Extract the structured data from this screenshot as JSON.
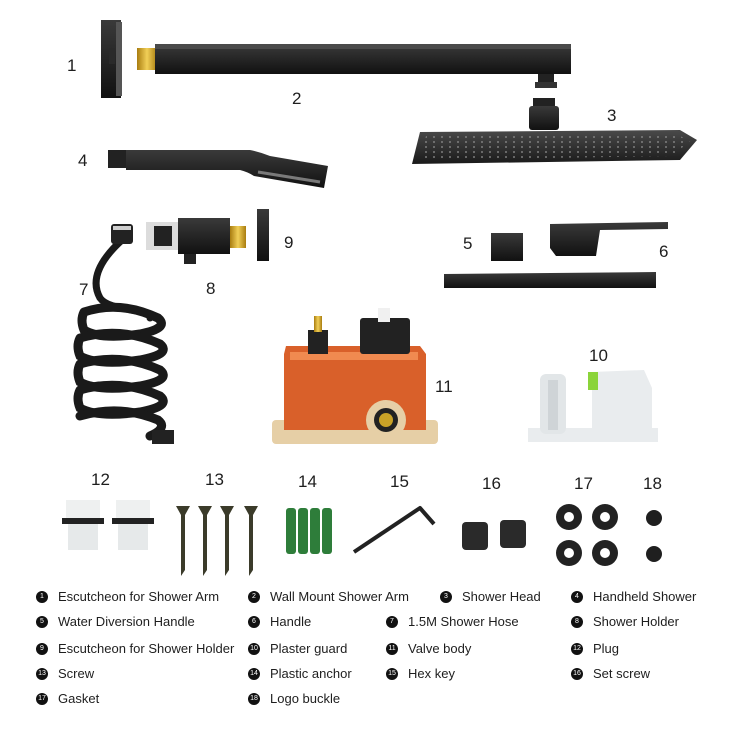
{
  "numbers": [
    "1",
    "2",
    "3",
    "4",
    "5",
    "6",
    "7",
    "8",
    "9",
    "10",
    "11",
    "12",
    "13",
    "14",
    "15",
    "16",
    "17",
    "18"
  ],
  "legend": [
    {
      "n": "1",
      "label": "Escutcheon for Shower Arm"
    },
    {
      "n": "2",
      "label": "Wall Mount Shower Arm"
    },
    {
      "n": "3",
      "label": "Shower Head"
    },
    {
      "n": "4",
      "label": "Handheld Shower"
    },
    {
      "n": "5",
      "label": "Water Diversion Handle"
    },
    {
      "n": "6",
      "label": "Handle"
    },
    {
      "n": "7",
      "label": "1.5M Shower Hose"
    },
    {
      "n": "8",
      "label": "Shower Holder"
    },
    {
      "n": "9",
      "label": "Escutcheon for Shower Holder"
    },
    {
      "n": "10",
      "label": "Plaster guard"
    },
    {
      "n": "11",
      "label": "Valve body"
    },
    {
      "n": "12",
      "label": "Plug"
    },
    {
      "n": "13",
      "label": "Screw"
    },
    {
      "n": "14",
      "label": "Plastic anchor"
    },
    {
      "n": "15",
      "label": "Hex key"
    },
    {
      "n": "16",
      "label": "Set screw"
    },
    {
      "n": "17",
      "label": "Gasket"
    },
    {
      "n": "18",
      "label": "Logo buckle"
    }
  ],
  "colors": {
    "black": "#1c1c1c",
    "brass": "#c9a227",
    "orange": "#d9602a",
    "beige": "#e6cfa6",
    "green": "#2e7d3a",
    "lime": "#8bd43a",
    "white_part": "#e9ecee"
  }
}
